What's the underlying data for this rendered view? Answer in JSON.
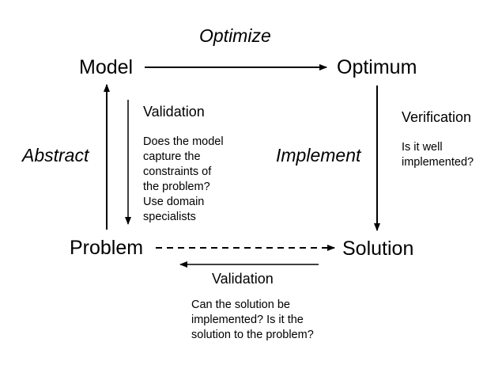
{
  "nodes": {
    "model": "Model",
    "optimum": "Optimum",
    "problem": "Problem",
    "solution": "Solution"
  },
  "actions": {
    "optimize": "Optimize",
    "abstract": "Abstract",
    "implement": "Implement"
  },
  "validation_model": {
    "heading": "Validation",
    "lines": [
      "Does the model",
      "capture the",
      "constraints of",
      "the problem?",
      "Use domain",
      "specialists"
    ]
  },
  "verification": {
    "heading": "Verification",
    "lines": [
      "Is it well",
      "implemented?"
    ]
  },
  "validation_solution": {
    "heading": "Validation",
    "lines": [
      "Can the solution be",
      "implemented? Is it the",
      "solution to the problem?"
    ]
  }
}
